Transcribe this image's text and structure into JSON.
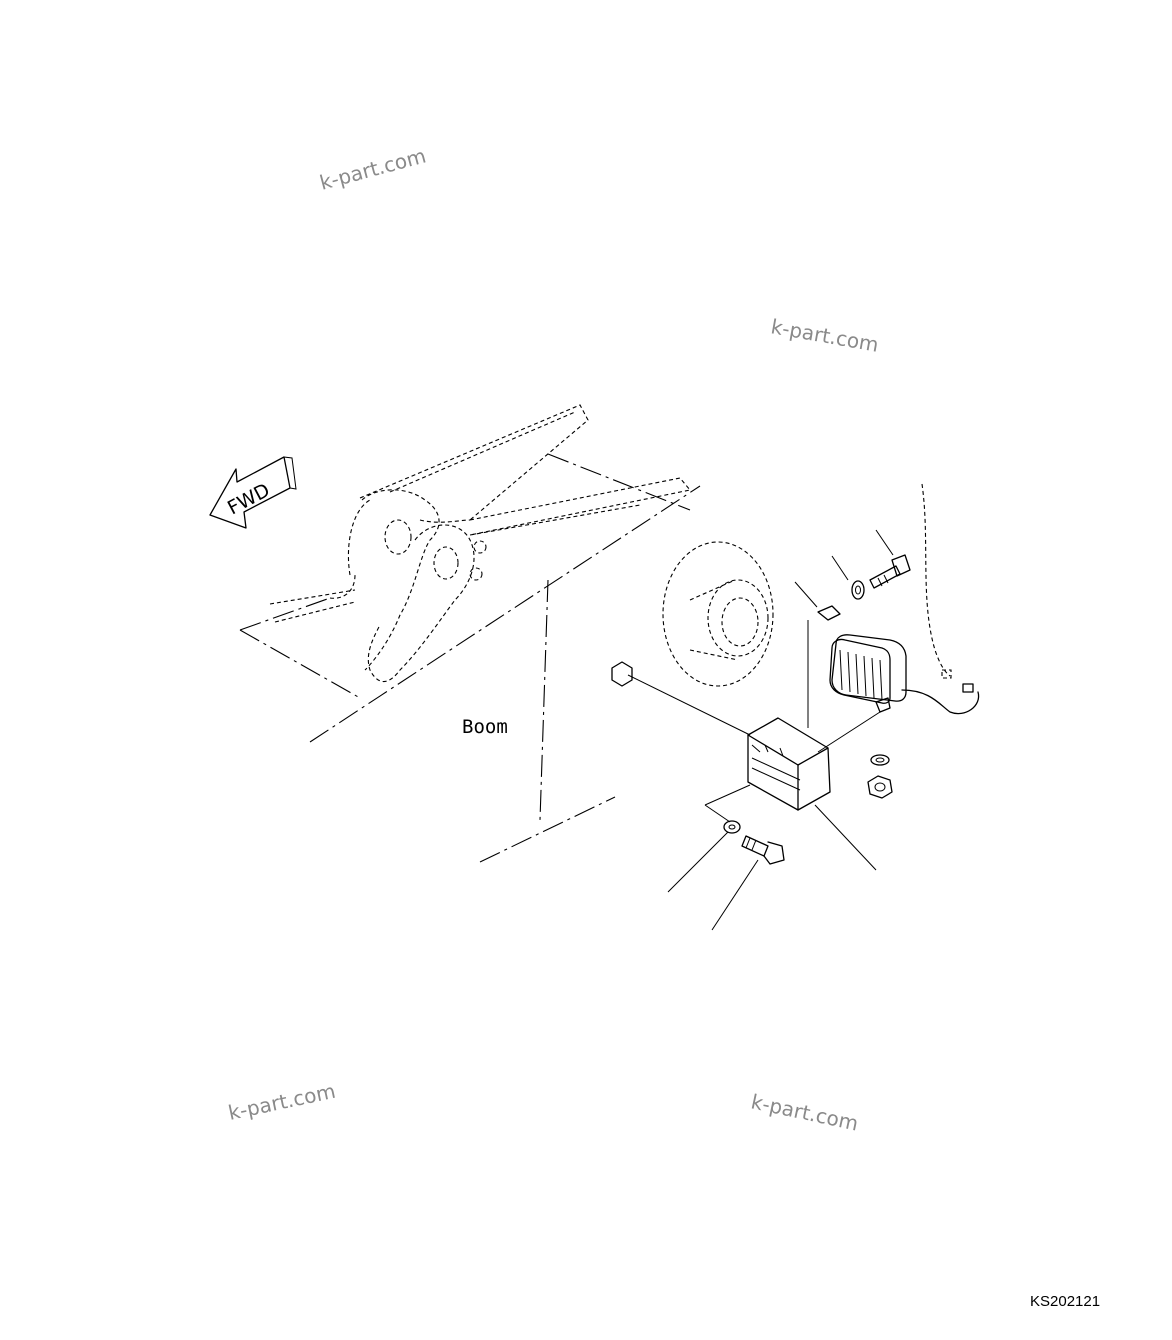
{
  "labels": {
    "forward": "FWD",
    "boom": "Boom",
    "drawing_code": "KS202121"
  },
  "watermarks": [
    "k-part.com",
    "k-part.com",
    "k-part.com",
    "k-part.com"
  ]
}
